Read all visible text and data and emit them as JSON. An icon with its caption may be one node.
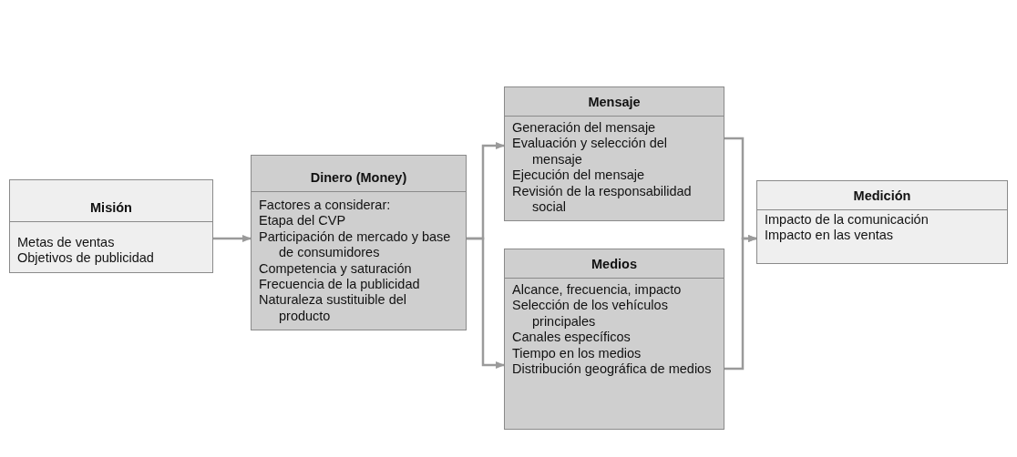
{
  "diagram": {
    "nodes": [
      {
        "text": [
          "Misión",
          "Metas de ventas",
          "Objetivos de publicidad"
        ]
      },
      {
        "text": [
          "Dinero (Money)",
          "Factores a considerar:",
          "Etapa del CVP",
          "Participación de mercado y base de consumidores",
          "Competencia y saturación",
          "Frecuencia de la publicidad",
          "Naturaleza sustituible del producto"
        ]
      },
      {
        "text": [
          "Mensaje",
          "Generación del mensaje",
          "Evaluación y selección del mensaje",
          "Ejecución del mensaje",
          "Revisión de la responsabilidad social"
        ]
      },
      {
        "text": [
          "Medios",
          "Alcance, frecuencia, impacto",
          "Selección de los vehículos principales",
          "Canales específicos",
          "Tiempo en los medios",
          "Distribución geográfica de medios"
        ]
      },
      {
        "text": [
          "Medición",
          "Impacto de la comunicación",
          "Impacto en las ventas"
        ]
      }
    ],
    "edges": [
      {
        "from": 0,
        "to": 1,
        "arrow": "to"
      },
      {
        "from": 1,
        "to": 2,
        "arrow": "to"
      },
      {
        "from": 1,
        "to": 3,
        "arrow": "to"
      },
      {
        "from": 2,
        "to": 4,
        "arrow": "to"
      },
      {
        "from": 3,
        "to": 4,
        "arrow": "to"
      }
    ]
  }
}
